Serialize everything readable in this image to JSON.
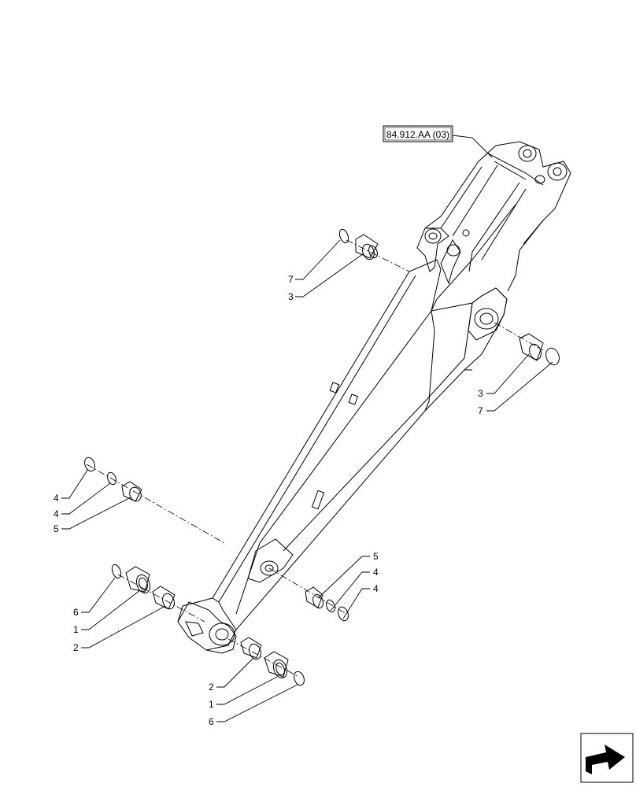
{
  "diagram": {
    "reference": "84.912.AA (03)",
    "callouts": [
      {
        "id": "c-7-top",
        "label": "7"
      },
      {
        "id": "c-3-top",
        "label": "3"
      },
      {
        "id": "c-3-right",
        "label": "3"
      },
      {
        "id": "c-7-right",
        "label": "7"
      },
      {
        "id": "c-4a-left",
        "label": "4"
      },
      {
        "id": "c-4b-left",
        "label": "4"
      },
      {
        "id": "c-5-left",
        "label": "5"
      },
      {
        "id": "c-5-right",
        "label": "5"
      },
      {
        "id": "c-4a-right",
        "label": "4"
      },
      {
        "id": "c-4b-right",
        "label": "4"
      },
      {
        "id": "c-6-left",
        "label": "6"
      },
      {
        "id": "c-1-left",
        "label": "1"
      },
      {
        "id": "c-2-left",
        "label": "2"
      },
      {
        "id": "c-2-bottom",
        "label": "2"
      },
      {
        "id": "c-1-bottom",
        "label": "1"
      },
      {
        "id": "c-6-bottom",
        "label": "6"
      }
    ]
  },
  "nav": {
    "icon": "next-page-arrow-icon"
  }
}
